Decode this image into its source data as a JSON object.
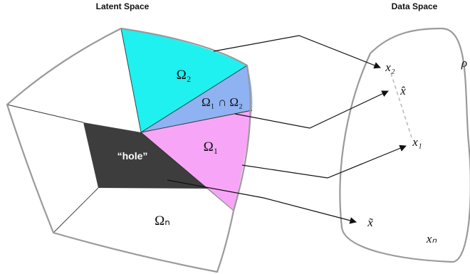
{
  "titles": {
    "latent": "Latent Space",
    "data": "Data Space"
  },
  "regions": {
    "omega2": {
      "label": "Ω₂",
      "color": "#1ff0f0"
    },
    "intersection": {
      "label": "Ω₁ ∩ Ω₂",
      "color": "#8fb2f2"
    },
    "omega1": {
      "label": "Ω₁",
      "color": "#f7a6f7"
    },
    "hole": {
      "label": "“hole”",
      "color": "#3d3d3d"
    },
    "omegan": {
      "label": "Ωₙ"
    }
  },
  "data_points": {
    "x2": "x₂",
    "xhat": "x̂",
    "x1": "x₁",
    "xtilde": "x̃",
    "xn": "xₙ",
    "rho": "ρ"
  },
  "colors": {
    "outline": "#9a9a9a",
    "arrow": "#111111",
    "dashed": "#b8b8b8"
  }
}
